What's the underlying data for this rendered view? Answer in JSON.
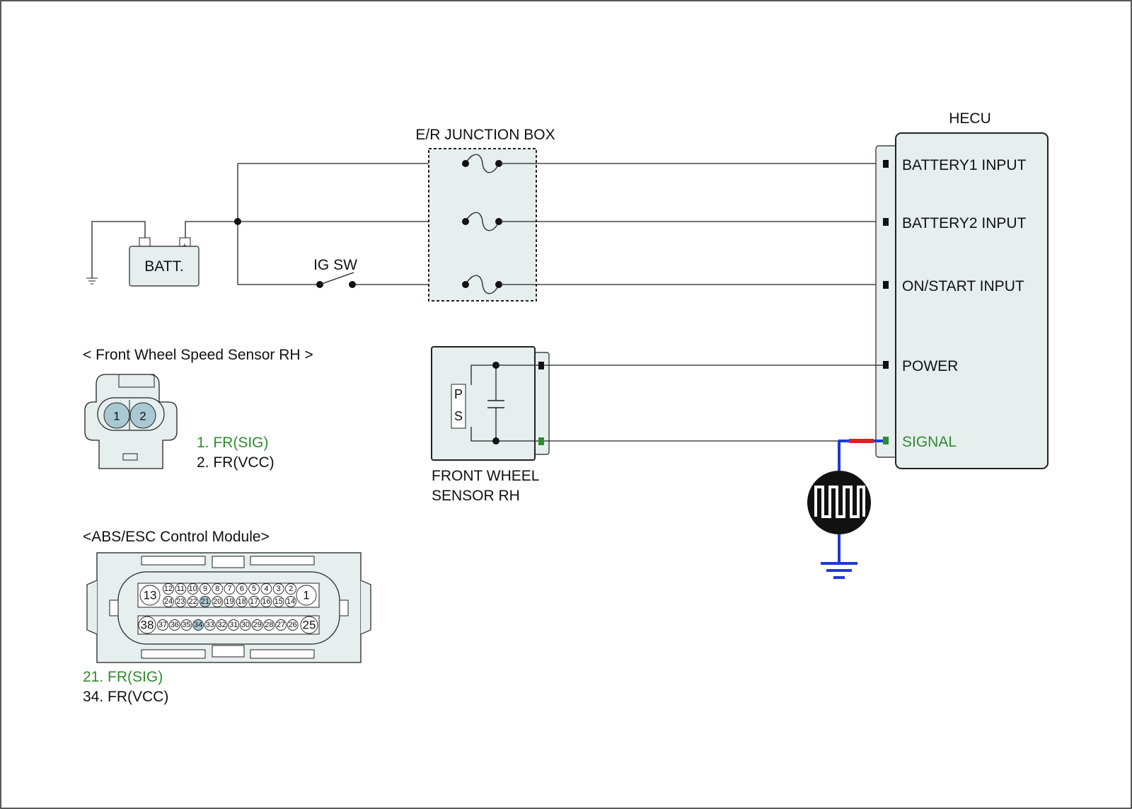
{
  "colors": {
    "panel_fill": "#e6eeee",
    "highlight_pin": "#a9c9d2",
    "signal_green": "#2e8b2e",
    "probe_blue": "#1f3ad6",
    "probe_red": "#e21d1d"
  },
  "junction_box": {
    "title": "E/R JUNCTION BOX"
  },
  "battery": {
    "label": "BATT.",
    "neg": "-",
    "pos": "+"
  },
  "ig_switch": {
    "label": "IG SW"
  },
  "hecu": {
    "title": "HECU",
    "pins": [
      "BATTERY1 INPUT",
      "BATTERY2 INPUT",
      "ON/START INPUT",
      "POWER",
      "SIGNAL"
    ]
  },
  "sensor": {
    "label_line1": "FRONT WHEEL",
    "label_line2": "SENSOR RH",
    "p": "P",
    "s": "S"
  },
  "sensor_connector": {
    "title": "< Front Wheel Speed Sensor RH >",
    "pins": [
      "1",
      "2"
    ],
    "pin_desc": [
      "1. FR(SIG)",
      "2. FR(VCC)"
    ]
  },
  "abs_module": {
    "title": "<ABS/ESC Control Module>",
    "row1_big_left": "13",
    "row1_big_right": "1",
    "row1_top": [
      "12",
      "11",
      "10",
      "9",
      "8",
      "7",
      "6",
      "5",
      "4",
      "3",
      "2"
    ],
    "row1_bottom": [
      "24",
      "23",
      "22",
      "21",
      "20",
      "19",
      "18",
      "17",
      "16",
      "15",
      "14"
    ],
    "row2_big_left": "38",
    "row2_big_right": "25",
    "row2": [
      "37",
      "36",
      "35",
      "34",
      "33",
      "32",
      "31",
      "30",
      "29",
      "28",
      "27",
      "26"
    ],
    "highlighted": [
      "21",
      "34"
    ],
    "pin_desc": [
      "21. FR(SIG)",
      "34. FR(VCC)"
    ]
  }
}
